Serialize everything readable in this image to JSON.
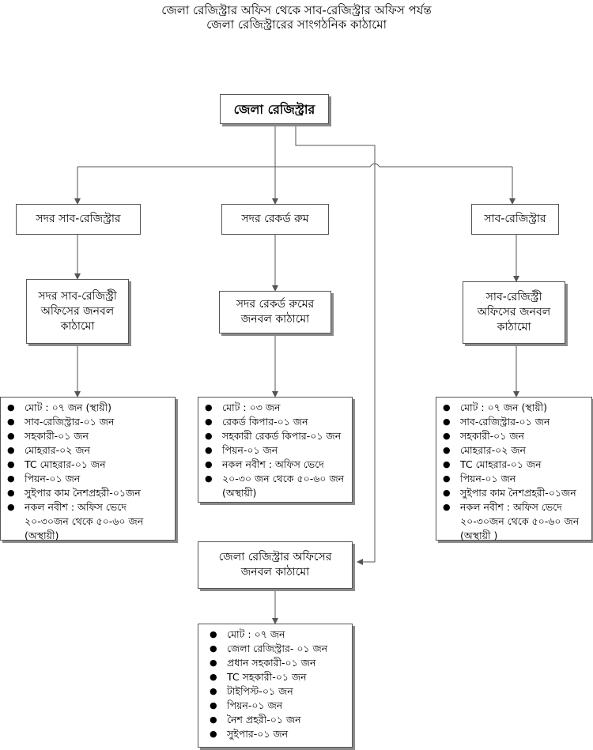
{
  "header": {
    "title_line1": "জেলা রেজিস্ট্রার অফিস থেকে সাব-রেজিস্ট্রার অফিস পর্যন্ত",
    "title_line2": "জেলা রেজিস্ট্রারের সাংগঠনিক কাঠামো"
  },
  "top_box": {
    "label": "জেলা রেজিস্ট্রার"
  },
  "left_branch": {
    "office_label": "সদর সাব-রেজিস্ট্রার",
    "structure_line1": "সদর সাব-রেজিস্ট্রী",
    "structure_line2": "অফিসের জনবল",
    "structure_line3": "কাঠামো",
    "staff": [
      "মোট : ০৭ জন (স্থায়ী)",
      "সাব-রেজিস্ট্রার-০১ জন",
      "সহকারী-০১ জন",
      "মোহরার-০২ জন",
      "TC মোহরার-০১ জন",
      "পিয়ন-০১ জন",
      "সুইপার কাম নৈশপ্রহরী-০১জন",
      "নকল নবীশ : অফিস ভেদে ২০-৩০জন থেকে ৫০-৬০ জন (অস্থায়ী)"
    ]
  },
  "middle_branch": {
    "office_label": "সদর রেকর্ড রুম",
    "structure_line1": "সদর রেকর্ড রুমের",
    "structure_line2": "জনবল কাঠামো",
    "staff": [
      "মোট : ০৩ জন",
      "রেকর্ড কিপার-০১ জন",
      "সহকারী রেকর্ড কিপার-০১ জন",
      "পিয়ন-০১ জন",
      "নকল নবীশ : অফিস ভেদে",
      "২০-৩০ জন থেকে ৫০-৬০ জন (অস্থায়ী)"
    ]
  },
  "right_branch": {
    "office_label": "সাব-রেজিস্ট্রার",
    "structure_line1": "সাব-রেজিস্ট্রী",
    "structure_line2": "অফিসের জনবল",
    "structure_line3": "কাঠামো",
    "staff": [
      "মোট : ০৭ জন (স্থায়ী)",
      "সাব-রেজিস্ট্রার-০১ জন",
      "সহকারী-০১ জন",
      "মোহরার-০২ জন",
      "TC মোহরার-০১ জন",
      "পিয়ন-০১ জন",
      "সুইপার কাম নৈশপ্রহরী-০১জন",
      "নকল নবীশ : অফিস ভেদে ২০-৩০জন থেকে ৫০-৬০ জন (অস্থায়ী )"
    ]
  },
  "district_office": {
    "structure_line1": "জেলা রেজিস্ট্রার অফিসের",
    "structure_line2": "জনবল কাঠামো",
    "staff": [
      "মোট : ০৭ জন",
      "জেলা রেজিস্ট্রার- ০১ জন",
      "প্রধান সহকারী-০১ জন",
      "TC সহকারী-০১ জন",
      "টাইপিস্ট-০১ জন",
      "পিয়ন-০১ জন",
      "নৈশ প্রহরী-০১ জন",
      "সুইপার-০১ জন"
    ]
  },
  "bullet_glyph": "●"
}
